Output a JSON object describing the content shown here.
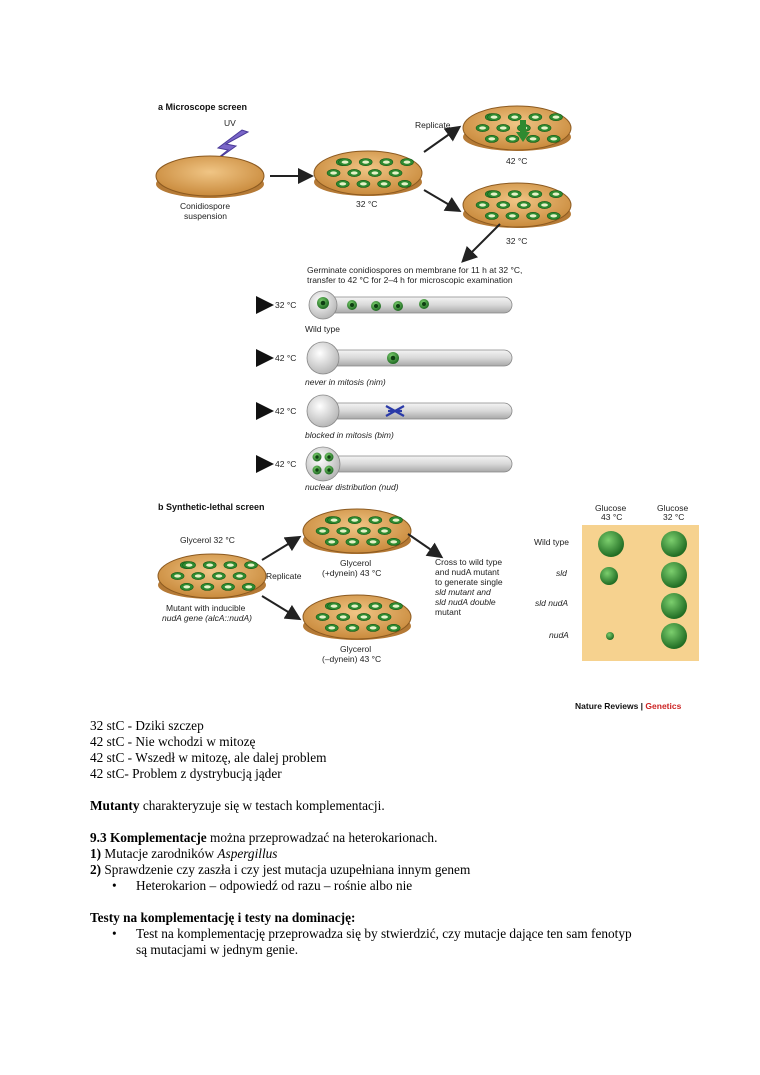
{
  "figure": {
    "panel_a_title": "a  Microscope screen",
    "uv": "UV",
    "conidiospore": "Conidiospore",
    "suspension": "suspension",
    "replicate": "Replicate",
    "temp_32": "32 °C",
    "temp_42": "42 °C",
    "germinate_line1": "Germinate conidiospores on membrane for 11 h at 32 °C,",
    "germinate_line2": "transfer to 42 °C for 2–4 h for microscopic examination",
    "row_temp_32": "32 °C",
    "row_temp_42": "42 °C",
    "wild_type_caption": "Wild type",
    "nim_caption": "never in mitosis (nim)",
    "bim_caption": "blocked in mitosis (bim)",
    "nud_caption": "nuclear distribution (nud)",
    "panel_b_title": "b  Synthetic-lethal screen",
    "glycerol_32": "Glycerol 32 °C",
    "replicate_b": "Replicate",
    "mutant_line1": "Mutant with inducible",
    "mutant_line2": "nudA gene (alcA::nudA)",
    "glycerol_plus_1": "Glycerol",
    "glycerol_plus_2": "(+dynein) 43 °C",
    "glycerol_minus_1": "Glycerol",
    "glycerol_minus_2": "(–dynein) 43 °C",
    "cross_lines": [
      "Cross to wild type",
      "and nudA mutant",
      "to generate single",
      "sld mutant and",
      "sld nudA double",
      "mutant"
    ],
    "glucose_43_1": "Glucose",
    "glucose_43_2": "43 °C",
    "glucose_32_1": "Glucose",
    "glucose_32_2": "32 °C",
    "rows": [
      "Wild type",
      "sld",
      "sld nudA",
      "nudA"
    ],
    "credit_main": "Nature Reviews",
    "credit_sep": " | ",
    "credit_accent": "Genetics",
    "colors": {
      "plate": "#d9a25a",
      "colony": "#3a8a3a",
      "table_bg": "#f6d28f",
      "accent": "#cc2222"
    }
  },
  "text": {
    "lines_temp": [
      "32 stC - Dziki szczep",
      "42 stC - Nie wchodzi w mitozę",
      "42 stC - Wszedł w mitozę, ale dalej problem",
      "42 stC- Problem z dystrybucją jąder"
    ],
    "mutanty_bold": "Mutanty",
    "mutanty_rest": " charakteryzuje się w testach komplementacji.",
    "komp_bold": "9.3 Komplementacje",
    "komp_rest": " można przeprowadzać na heterokarionach.",
    "item1_num": "1)",
    "item1_text": " Mutacje zarodników ",
    "item1_ital": "Aspergillus",
    "item2_num": "2)",
    "item2_text": " Sprawdzenie czy zaszła i czy jest mutacja uzupełniana innym genem",
    "bullet1": "Heterokarion – odpowiedź od razu – rośnie albo nie",
    "testy_heading": "Testy na komplementację i testy na dominację:",
    "bullet2_line1": "Test na komplementację przeprowadza się by stwierdzić, czy mutacje dające ten sam fenotyp",
    "bullet2_line2": "są mutacjami w jednym genie.",
    "bullet_char": "•"
  }
}
